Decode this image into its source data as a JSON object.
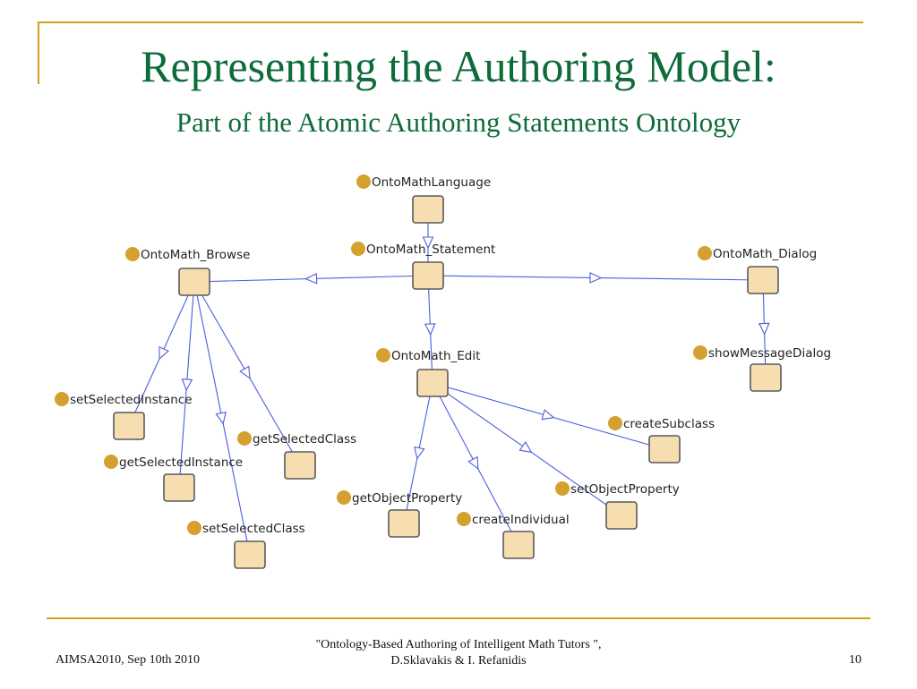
{
  "title": "Representing the Authoring Model:",
  "subtitle": "Part of the Atomic Authoring Statements Ontology",
  "colors": {
    "title": "#0e6b3a",
    "frame": "#d4a017",
    "node_fill": "#f7deb0",
    "node_border": "#5a5a5a",
    "dot": "#d4a030",
    "edge": "#4b5ee0"
  },
  "nodes": [
    {
      "id": "lang",
      "label": "OntoMathLanguage"
    },
    {
      "id": "stmt",
      "label": "OntoMath_Statement"
    },
    {
      "id": "browse",
      "label": "OntoMath_Browse"
    },
    {
      "id": "dialog",
      "label": "OntoMath_Dialog"
    },
    {
      "id": "edit",
      "label": "OntoMath_Edit"
    },
    {
      "id": "showmsg",
      "label": "showMessageDialog"
    },
    {
      "id": "ssi",
      "label": "setSelectedInstance"
    },
    {
      "id": "gsi",
      "label": "getSelectedInstance"
    },
    {
      "id": "gsc",
      "label": "getSelectedClass"
    },
    {
      "id": "ssc",
      "label": "setSelectedClass"
    },
    {
      "id": "csub",
      "label": "createSubclass"
    },
    {
      "id": "sop",
      "label": "setObjectProperty"
    },
    {
      "id": "gop",
      "label": "getObjectProperty"
    },
    {
      "id": "cind",
      "label": "createIndividual"
    }
  ],
  "edges": [
    {
      "from": "lang",
      "to": "stmt"
    },
    {
      "from": "stmt",
      "to": "browse"
    },
    {
      "from": "stmt",
      "to": "dialog"
    },
    {
      "from": "stmt",
      "to": "edit"
    },
    {
      "from": "dialog",
      "to": "showmsg"
    },
    {
      "from": "browse",
      "to": "ssi"
    },
    {
      "from": "browse",
      "to": "gsi"
    },
    {
      "from": "browse",
      "to": "ssc"
    },
    {
      "from": "browse",
      "to": "gsc"
    },
    {
      "from": "edit",
      "to": "csub"
    },
    {
      "from": "edit",
      "to": "sop"
    },
    {
      "from": "edit",
      "to": "cind"
    },
    {
      "from": "edit",
      "to": "gop"
    }
  ],
  "footer": {
    "left": "AIMSA2010, Sep 10th 2010",
    "center_line1": "\"Ontology-Based Authoring of  Intelligent Math Tutors \",",
    "center_line2": "D.Sklavakis & I. Refanidis",
    "page_number": "10"
  }
}
